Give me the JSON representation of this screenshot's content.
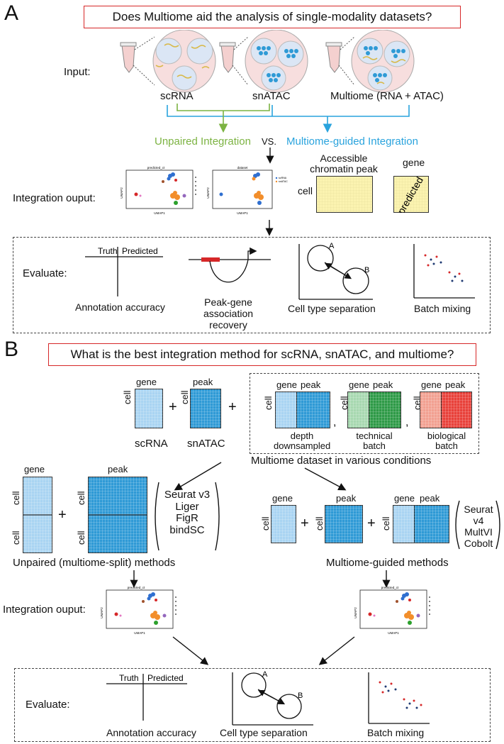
{
  "panelA": {
    "letter": "A",
    "question": "Does Multiome aid the analysis of single-modality datasets?",
    "input_label": "Input:",
    "inputs": [
      "scRNA",
      "snATAC",
      "Multiome (RNA + ATAC)"
    ],
    "unpaired": "Unpaired Integration",
    "vs": "VS.",
    "guided": "Multiome-guided Integration",
    "output_label": "Integration ouput:",
    "umap_title_1": "predicted_ct",
    "umap_title_2": "dataset",
    "umap_x": "UMAP1",
    "umap_y": "UMAP2",
    "legend_2": [
      "scRNA",
      "snATAC"
    ],
    "peak_header": "Accessible chromatin peak",
    "gene_header": "gene",
    "cell_label": "cell",
    "predicted_label": "predicted",
    "evaluate_label": "Evaluate:",
    "truth": "Truth",
    "predicted": "Predicted",
    "metrics": [
      "Annotation accuracy",
      "Peak-gene association recovery",
      "Cell type separation",
      "Batch mixing"
    ],
    "point_a": "A",
    "point_b": "B"
  },
  "panelB": {
    "letter": "B",
    "question": "What is the best integration method for scRNA, snATAC, and multiome?",
    "gene": "gene",
    "peak": "peak",
    "cell": "cell",
    "scrna": "scRNA",
    "snatac": "snATAC",
    "conditions": [
      "depth downsampled",
      "technical batch",
      "biological batch"
    ],
    "multiome_caption": "Multiome dataset in various conditions",
    "unpaired_methods": [
      "Seurat v3",
      "Liger",
      "FigR",
      "bindSC"
    ],
    "guided_methods": [
      "Seurat v4",
      "MultVI",
      "Cobolt"
    ],
    "unpaired_caption": "Unpaired (multiome-split) methods",
    "guided_caption": "Multiome-guided methods",
    "output_label": "Integration ouput:",
    "evaluate_label": "Evaluate:",
    "truth": "Truth",
    "predicted": "Predicted",
    "metrics": [
      "Annotation accuracy",
      "Cell type separation",
      "Batch mixing"
    ],
    "point_a": "A",
    "point_b": "B"
  },
  "colors": {
    "red_box": "#d62728",
    "green": "#7cb342",
    "blue": "#29a3dd",
    "light_blue": "#a9d4f2",
    "dark_blue": "#2f9ad6",
    "light_green": "#a7d8b0",
    "dark_green": "#2e9a47",
    "light_red": "#f2a091",
    "dark_red": "#e8413a",
    "yellow": "#fbf3b0"
  }
}
